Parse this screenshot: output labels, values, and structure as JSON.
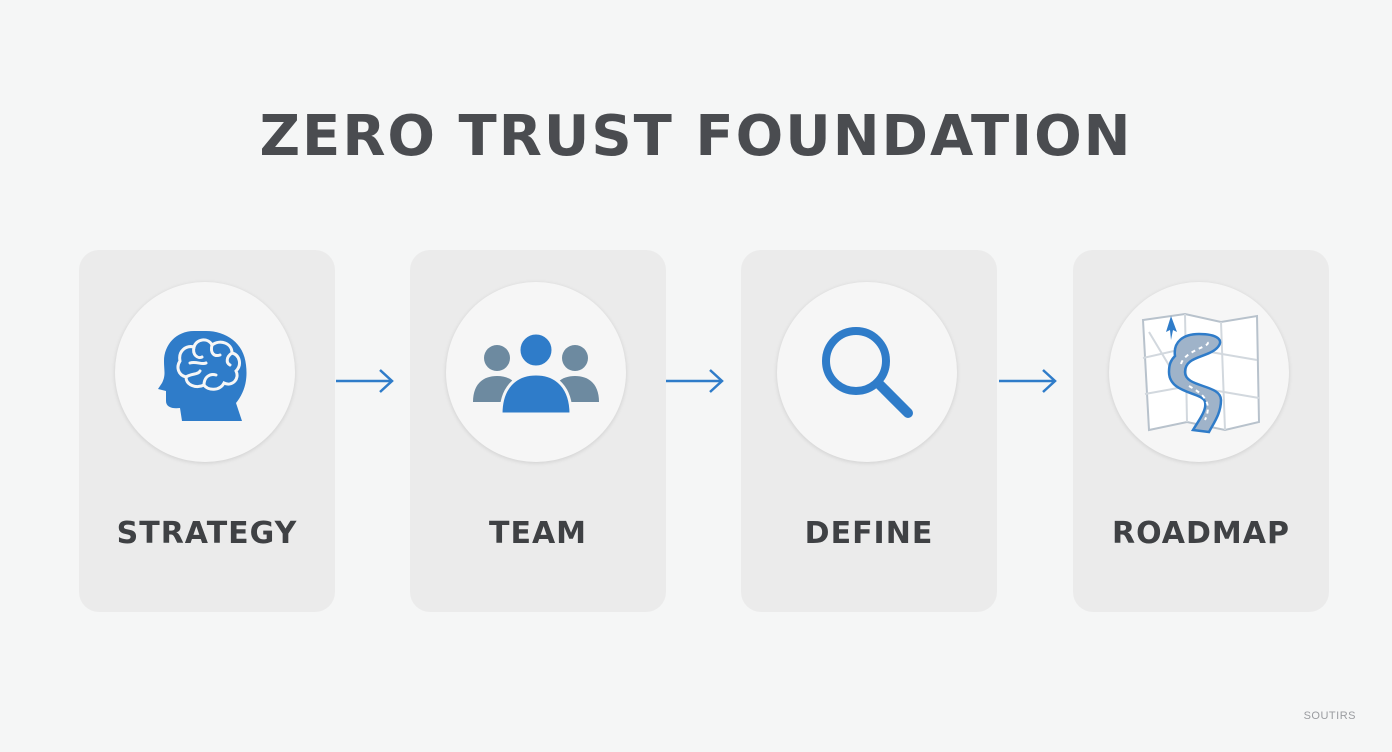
{
  "title": "ZERO TRUST FOUNDATION",
  "steps": [
    {
      "label": "STRATEGY",
      "icon": "brain-head-icon"
    },
    {
      "label": "TEAM",
      "icon": "team-people-icon"
    },
    {
      "label": "DEFINE",
      "icon": "magnifier-icon"
    },
    {
      "label": "ROADMAP",
      "icon": "road-map-icon"
    }
  ],
  "source_label": "SOUTIRS",
  "colors": {
    "accent": "#2f7cc9",
    "card": "#ebebeb",
    "text": "#3f4144",
    "background": "#f5f6f6"
  }
}
